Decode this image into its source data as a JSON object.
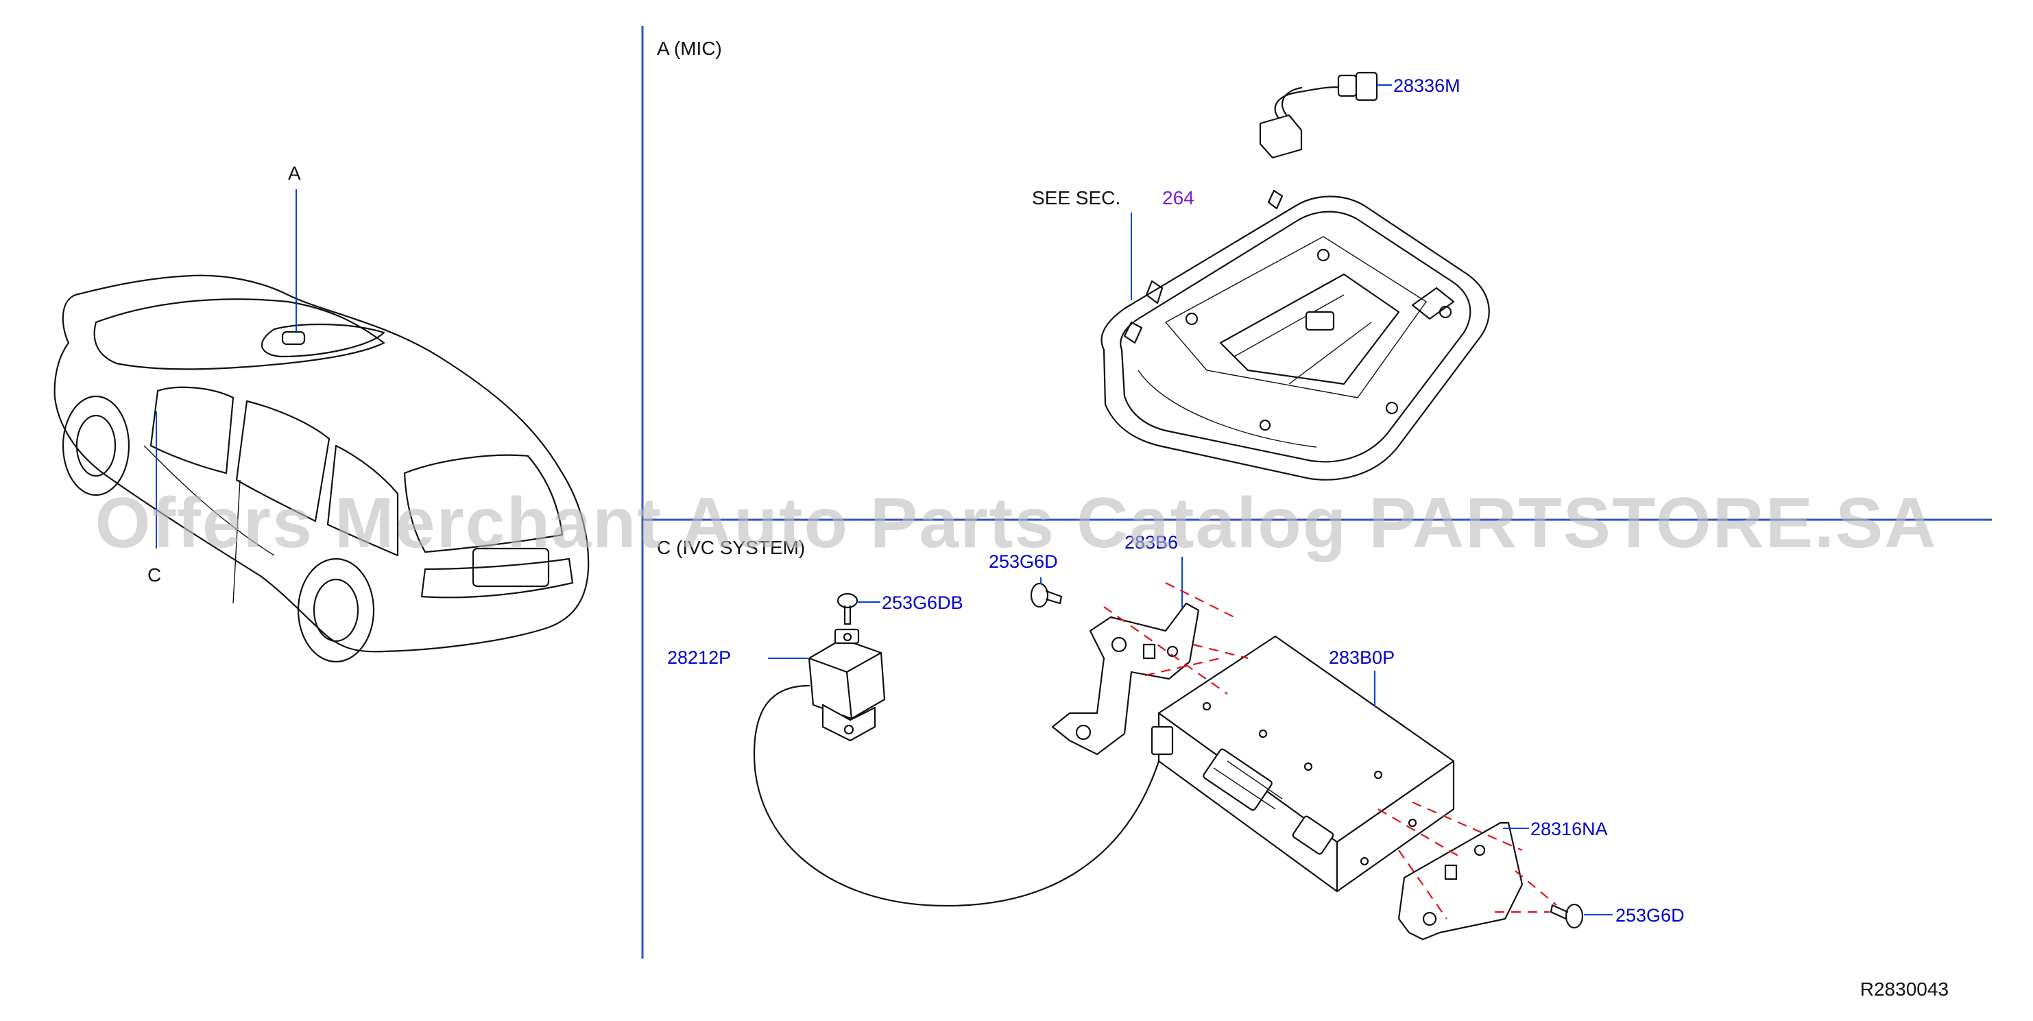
{
  "sections": {
    "a_title": "A  (MIC)",
    "c_title": "C (IVC  SYSTEM)"
  },
  "vehicle": {
    "marker_a": "A",
    "marker_c": "C"
  },
  "reference": {
    "see_prefix": "SEE   SEC.",
    "section_number": "264"
  },
  "parts": {
    "p_28336M": "28336M",
    "p_283B6": "283B6",
    "p_253G6D_top": "253G6D",
    "p_253G6DB": "253G6DB",
    "p_28212P": "28212P",
    "p_283B0P": "283B0P",
    "p_28316NA": "28316NA",
    "p_253G6D_bottom": "253G6D"
  },
  "diagram_code": "R2830043",
  "watermark": "Offers Merchant Auto Parts Catalog PARTSTORE.SA",
  "colors": {
    "part_label": "#0000cc",
    "section_ref": "#7a1fd6",
    "leader_line": "#0044cc",
    "divider": "#2f55c4",
    "alignment_dash": "#e0101a"
  }
}
